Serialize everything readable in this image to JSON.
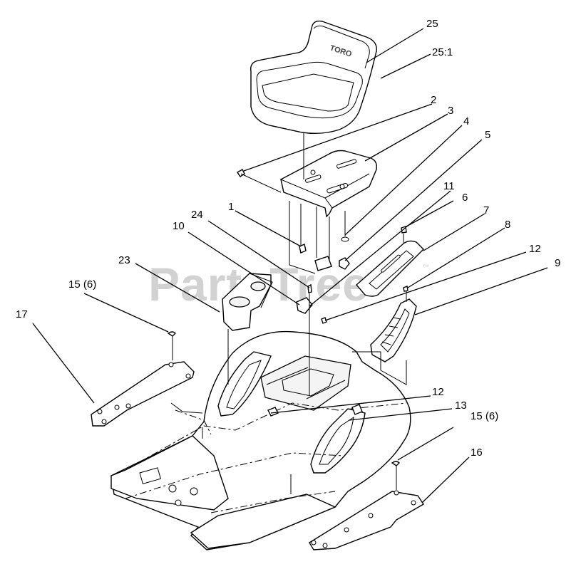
{
  "watermark": {
    "text": "PartsTree",
    "trademark": "™"
  },
  "seat_brand": "TORO",
  "callouts": {
    "c25": "25",
    "c25_1": "25:1",
    "c2": "2",
    "c3": "3",
    "c4": "4",
    "c5": "5",
    "c11": "11",
    "c6": "6",
    "c7": "7",
    "c8": "8",
    "c12_top": "12",
    "c9": "9",
    "c1": "1",
    "c24": "24",
    "c10": "10",
    "c23": "23",
    "c15_left": "15 (6)",
    "c17": "17",
    "c12_low": "12",
    "c13": "13",
    "c15_right": "15 (6)",
    "c16": "16"
  }
}
